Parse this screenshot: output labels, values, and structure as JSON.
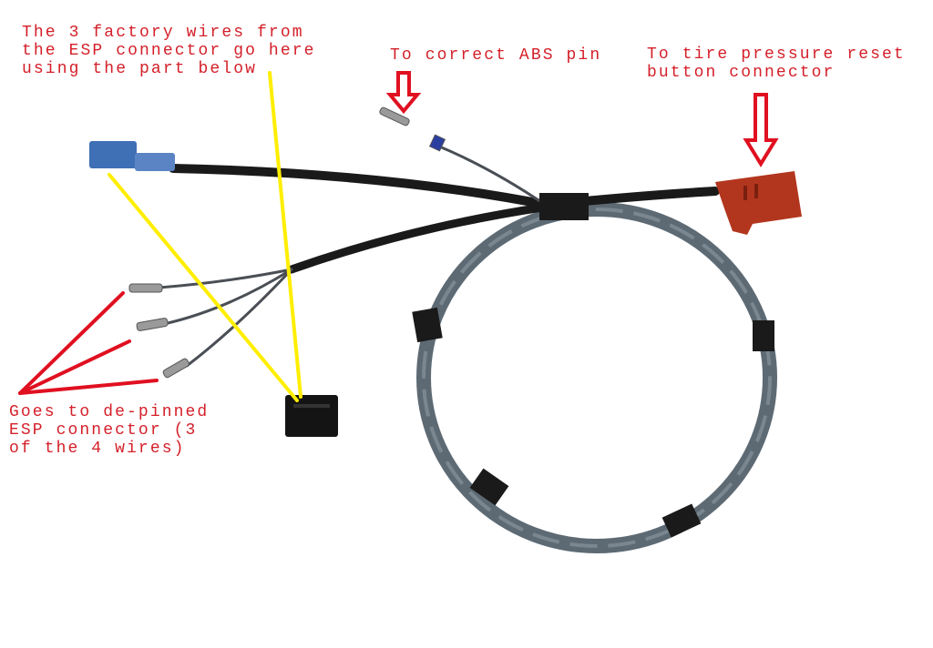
{
  "annotations": {
    "factory_wires": [
      "The 3 factory wires from",
      "the ESP connector go here",
      "using the part below"
    ],
    "abs_pin": [
      "To correct ABS pin"
    ],
    "tire_pressure": [
      "To tire pressure reset",
      "button connector"
    ],
    "esp_connector": [
      "Goes to de-pinned",
      "ESP connector (3",
      "of the 4 wires)"
    ]
  },
  "colors": {
    "annotation_text": "#d4202a",
    "pointer_yellow": "#ffee00",
    "pointer_red": "#e01020",
    "cable": "#1a1a1a",
    "loop_wire": "#5d6a74",
    "blue_connector": "#3f6fb5",
    "red_connector": "#b2361e"
  }
}
